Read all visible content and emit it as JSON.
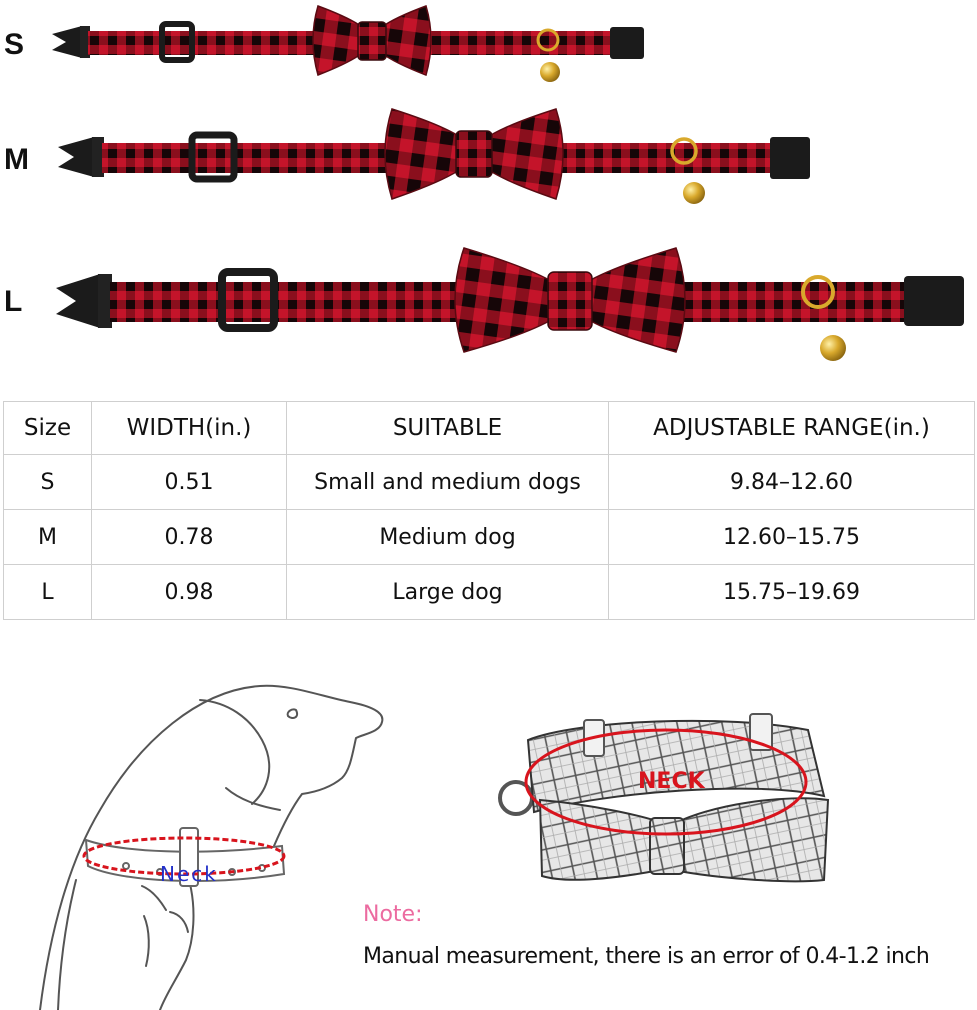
{
  "collars": [
    {
      "size": "S"
    },
    {
      "size": "M"
    },
    {
      "size": "L"
    }
  ],
  "table": {
    "headers": [
      "Size",
      "WIDTH(in.)",
      "SUITABLE",
      "ADJUSTABLE RANGE(in.)"
    ],
    "rows": [
      [
        "S",
        "0.51",
        "Small and medium dogs",
        "9.84–12.60"
      ],
      [
        "M",
        "0.78",
        "Medium dog",
        "12.60–15.75"
      ],
      [
        "L",
        "0.98",
        "Large dog",
        "15.75–19.69"
      ]
    ]
  },
  "measure": {
    "dog_neck_label": "Neck",
    "collar_neck_label": "NECK",
    "note_label": "Note:",
    "note_text": "Manual measurement, there is an error of 0.4-1.2 inch"
  },
  "colors": {
    "plaid_red": "#c4142a",
    "plaid_black": "#1a0a0c",
    "bell_gold": "#d9a92c",
    "measure_red": "#d8141d",
    "neck_blue": "#2230c8",
    "note_pink": "#ec6ba0"
  }
}
